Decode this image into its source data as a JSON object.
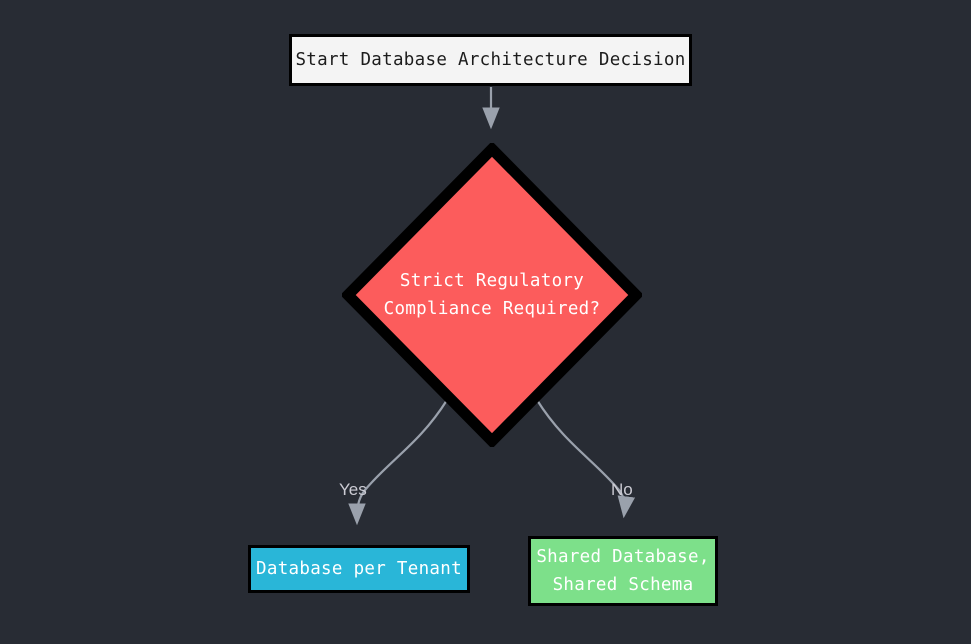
{
  "diagram": {
    "type": "flowchart",
    "title": "Database Architecture Decision",
    "background_color": "#282c34",
    "nodes": [
      {
        "id": "start",
        "label": "Start Database Architecture Decision",
        "shape": "rectangle",
        "fill": "#f4f4f4",
        "stroke": "#000000",
        "text_color": "#1c1c1c"
      },
      {
        "id": "decision",
        "label_line1": "Strict Regulatory",
        "label_line2": "Compliance Required?",
        "shape": "diamond",
        "fill": "#fc5c5c",
        "stroke": "#000000",
        "text_color": "#ffffff"
      },
      {
        "id": "yes_outcome",
        "label": "Database per Tenant",
        "shape": "rectangle",
        "fill": "#29b6d8",
        "stroke": "#000000",
        "text_color": "#ffffff"
      },
      {
        "id": "no_outcome",
        "label_line1": "Shared Database,",
        "label_line2": "Shared Schema",
        "shape": "rectangle",
        "fill": "#7de08a",
        "stroke": "#000000",
        "text_color": "#ffffff"
      }
    ],
    "edges": [
      {
        "id": "start-to-decision",
        "from": "start",
        "to": "decision",
        "label": ""
      },
      {
        "id": "decision-to-yes",
        "from": "decision",
        "to": "yes_outcome",
        "label": "Yes"
      },
      {
        "id": "decision-to-no",
        "from": "decision",
        "to": "no_outcome",
        "label": "No"
      }
    ],
    "edge_color": "#9aa1ac"
  }
}
